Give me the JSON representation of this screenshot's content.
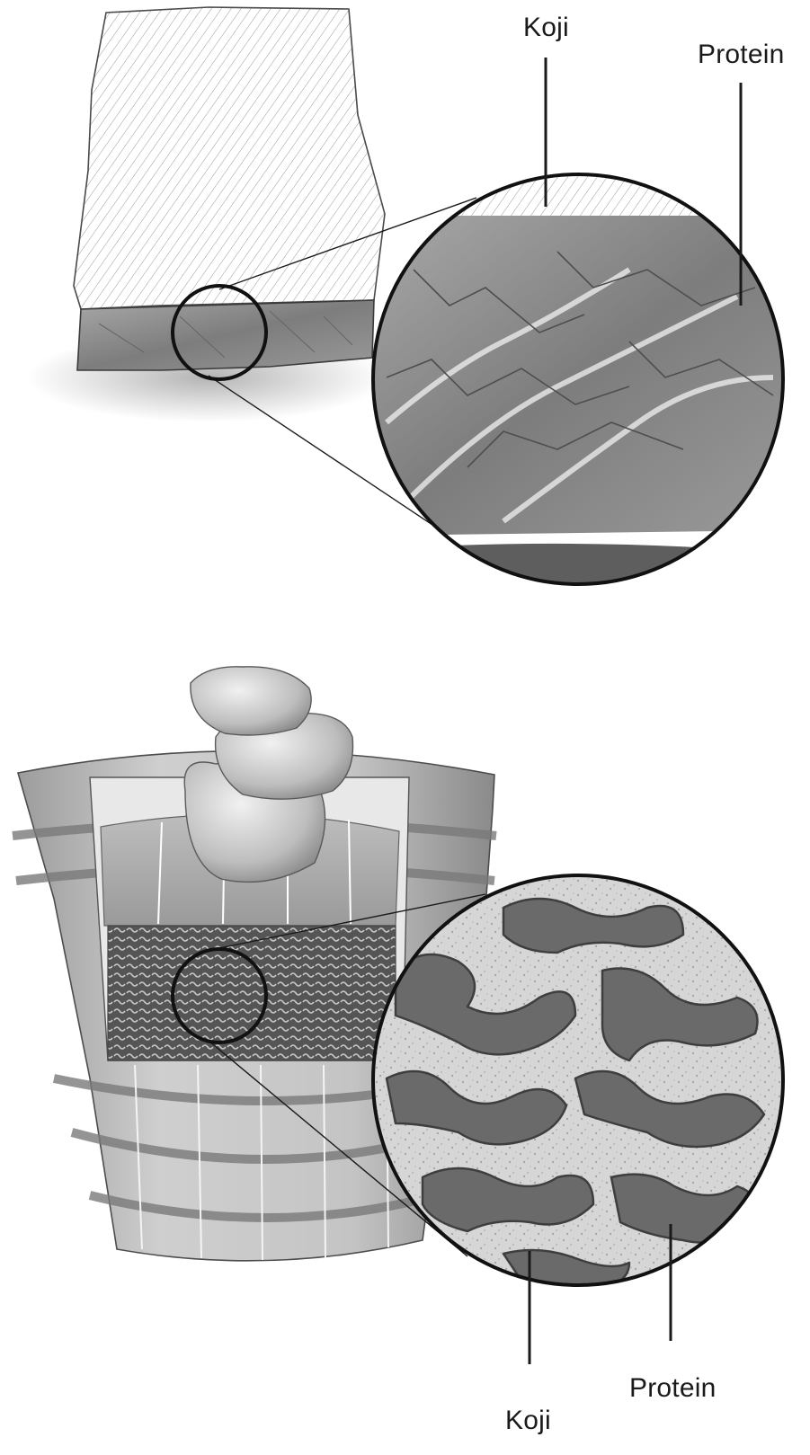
{
  "illustration": {
    "top_panel": {
      "subject": "Block of meat coated in koji, with magnified cross-section",
      "labels": {
        "koji": "Koji",
        "protein": "Protein"
      }
    },
    "bottom_panel": {
      "subject": "Wooden barrel weighted with stones, with magnified cross-section of contents",
      "labels": {
        "koji": "Koji",
        "protein": "Protein"
      }
    }
  },
  "colors": {
    "ink": "#1a1a1a",
    "koji_light": "#dcdcdc",
    "protein_mid": "#8f8f8f",
    "protein_dark": "#5a5a5a",
    "barrel_wood": "#b8b8b8"
  }
}
